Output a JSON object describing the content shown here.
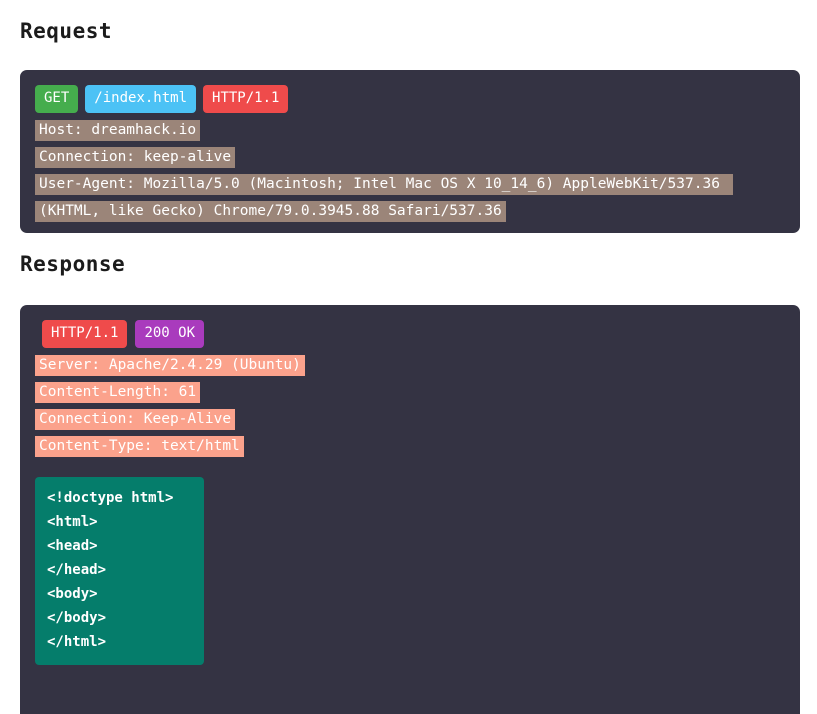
{
  "page": {
    "background": "#ffffff",
    "panel_color": "#343343"
  },
  "request": {
    "heading": "Request",
    "start_line": {
      "method": "GET",
      "path": "/index.html",
      "version": "HTTP/1.1",
      "method_color": "#45ad4d",
      "path_color": "#4cc2f5",
      "version_color": "#ef4b4b"
    },
    "headers_highlight_color": "#9b8579",
    "headers": [
      "Host: dreamhack.io",
      "Connection: keep-alive",
      "User-Agent: Mozilla/5.0 (Macintosh; Intel Mac OS X 10_14_6) AppleWebKit/537.36 (KHTML, like Gecko) Chrome/79.0.3945.88 Safari/537.36"
    ]
  },
  "response": {
    "heading": "Response",
    "status_line": {
      "version": "HTTP/1.1",
      "status": "200 OK",
      "version_color": "#ef4b4b",
      "status_color": "#a93bbd"
    },
    "headers_highlight_color": "#fba28c",
    "headers": [
      "Server: Apache/2.4.29 (Ubuntu)",
      "Content-Length: 61",
      "Connection: Keep-Alive",
      "Content-Type: text/html"
    ],
    "body": {
      "background_color": "#057d6b",
      "lines": [
        "<!doctype html>",
        "<html>",
        "<head>",
        "</head>",
        "<body>",
        "</body>",
        "</html>"
      ]
    }
  }
}
